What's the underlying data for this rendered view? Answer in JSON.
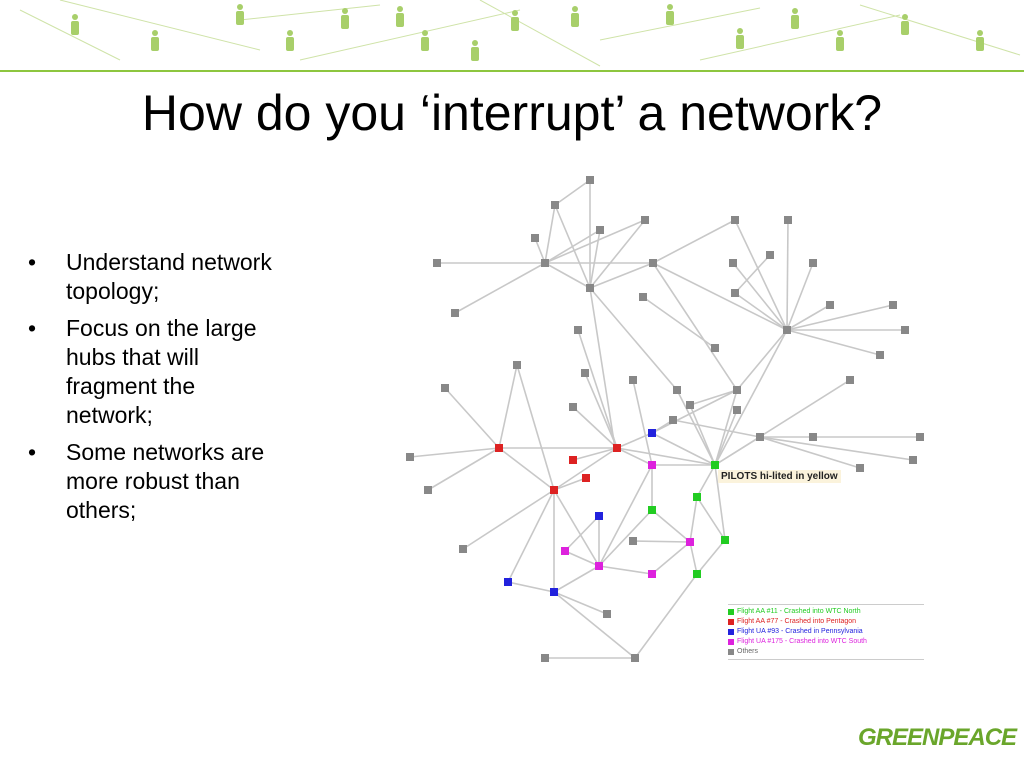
{
  "slide": {
    "title": "How do you ‘interrupt’ a network?",
    "bullets": [
      "Understand network topology;",
      "Focus on the large hubs that will fragment the network;",
      "Some networks are more robust than others;"
    ],
    "bullet_symbol": "•"
  },
  "diagram": {
    "pilot_label": "PILOTS hi-lited in yellow",
    "legend": [
      {
        "label": "Flight AA #11 - Crashed into WTC North",
        "color": "#22cc22"
      },
      {
        "label": "Flight AA #77 - Crashed into Pentagon",
        "color": "#dd2222"
      },
      {
        "label": "Flight UA #93 - Crashed in Pennsylvania",
        "color": "#2222dd"
      },
      {
        "label": "Flight UA #175 - Crashed into WTC South",
        "color": "#dd22dd"
      },
      {
        "label": "Others",
        "color": "#888888"
      }
    ]
  },
  "logo": {
    "text": "GREENPEACE"
  },
  "colors": {
    "accent": "#8dc63f",
    "node_gray": "#888888"
  }
}
